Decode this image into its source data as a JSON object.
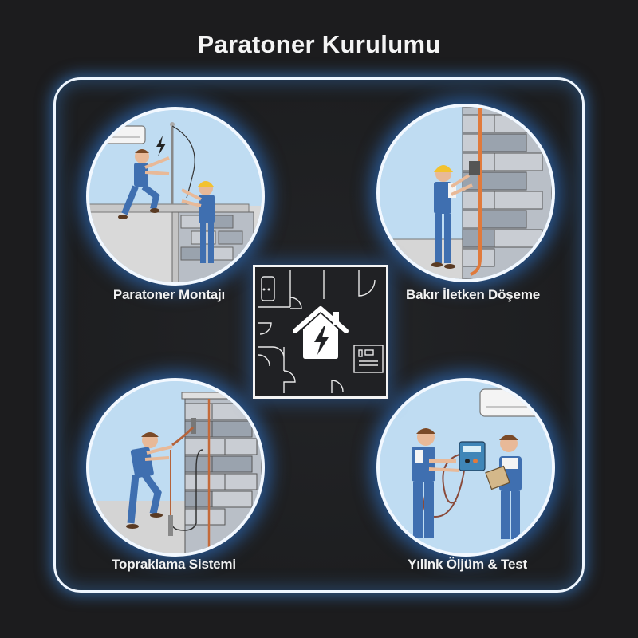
{
  "title": "Paratoner Kurulumu",
  "center": {
    "icon": "house-lightning-icon",
    "floorplan": "floor-plan-icon"
  },
  "steps": [
    {
      "label": "Paratoner Montajı",
      "icon": "lightning-rod-installation-illustration",
      "position": "top-left"
    },
    {
      "label": "Bakır İletken Döşeme",
      "icon": "copper-conductor-laying-illustration",
      "position": "top-right"
    },
    {
      "label": "Topraklama Sistemi",
      "icon": "grounding-system-illustration",
      "position": "bottom-left"
    },
    {
      "label": "Yıllnk Öljüm & Test",
      "icon": "annual-measurement-test-illustration",
      "position": "bottom-right"
    }
  ],
  "colors": {
    "background": "#1c1c1e",
    "frame": "#eef6ff",
    "glow": "#3c8ce6",
    "sky": "#bfdcf2",
    "copper": "#e07a3c",
    "overalls": "#3f6fb0",
    "helmet": "#f2c230"
  }
}
